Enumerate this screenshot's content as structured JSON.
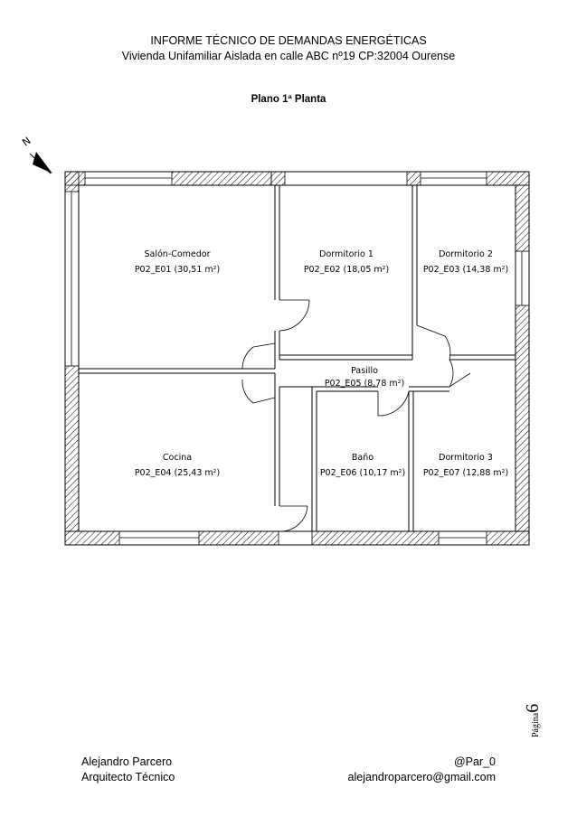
{
  "header": {
    "title": "INFORME TÉCNICO DE DEMANDAS ENERGÉTICAS",
    "subtitle": "Vivienda Unifamiliar Aislada en calle ABC nº19 CP:32004 Ourense"
  },
  "plan": {
    "title": "Plano 1ª Planta",
    "north_label": "N",
    "rooms": [
      {
        "name": "Salón-Comedor",
        "code": "P02_E01 (30,51 m²)"
      },
      {
        "name": "Dormitorio 1",
        "code": "P02_E02 (18,05 m²)"
      },
      {
        "name": "Dormitorio 2",
        "code": "P02_E03 (14,38 m²)"
      },
      {
        "name": "Pasillo",
        "code": "P02_E05 (8,78 m²)"
      },
      {
        "name": "Cocina",
        "code": "P02_E04 (25,43 m²)"
      },
      {
        "name": "Baño",
        "code": "P02_E06 (10,17 m²)"
      },
      {
        "name": "Dormitorio 3",
        "code": "P02_E07 (12,88 m²)"
      }
    ]
  },
  "footer": {
    "author": "Alejandro Parcero",
    "role": "Arquitecto Técnico",
    "handle": "@Par_0",
    "email": "alejandroparcero@gmail.com"
  },
  "page": {
    "label": "Página",
    "number": "6"
  }
}
